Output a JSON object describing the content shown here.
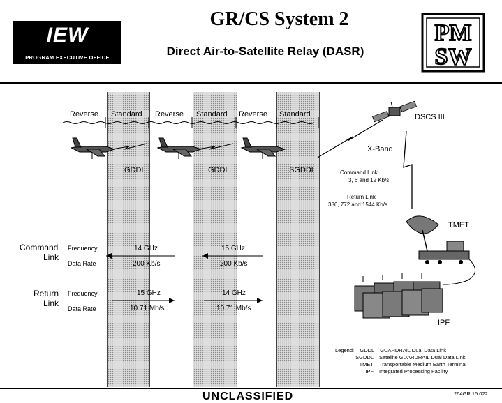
{
  "header": {
    "iew_title": "IEW",
    "iew_subtitle": "PROGRAM EXECUTIVE OFFICE",
    "main_title": "GR/CS System 2",
    "sub_title": "Direct Air-to-Satellite Relay (DASR)",
    "logo_line1": "PM",
    "logo_line2": "SW"
  },
  "columns": [
    "Reverse",
    "Standard",
    "Reverse",
    "Standard",
    "Reverse",
    "Standard"
  ],
  "aircraft_labels": [
    "GDDL",
    "GDDL",
    "SGDDL"
  ],
  "satellite": {
    "name": "DSCS III",
    "band": "X-Band",
    "command_link_title": "Command Link",
    "command_link_rates": "3, 6 and 12 Kb/s",
    "return_link_title": "Return Link",
    "return_link_rates": "386, 772 and 1544 Kb/s"
  },
  "ground": {
    "terminal": "TMET",
    "facility": "IPF"
  },
  "links": {
    "command": {
      "label_line1": "Command",
      "label_line2": "Link",
      "freq_label": "Frequency",
      "rate_label": "Data Rate",
      "freq1": "14 GHz",
      "rate1": "200 Kb/s",
      "freq2": "15 GHz",
      "rate2": "200 Kb/s"
    },
    "return": {
      "label_line1": "Return",
      "label_line2": "Link",
      "freq_label": "Frequency",
      "rate_label": "Data Rate",
      "freq1": "15 GHz",
      "rate1": "10.71 Mb/s",
      "freq2": "14 GHz",
      "rate2": "10.71 Mb/s"
    }
  },
  "legend": {
    "title": "Legend:",
    "items": [
      {
        "abbr": "GDDL",
        "desc": "GUARDRAIL Dual Data Link"
      },
      {
        "abbr": "SGDDL",
        "desc": "Satellite GUARDRAIL Dual Data Link"
      },
      {
        "abbr": "TMET",
        "desc": "Transportable Medium Earth Terminal"
      },
      {
        "abbr": "IPF",
        "desc": "Integrated Processing Facility"
      }
    ]
  },
  "footer": {
    "classification": "UNCLASSIFIED",
    "code": "264GR.15.022"
  }
}
